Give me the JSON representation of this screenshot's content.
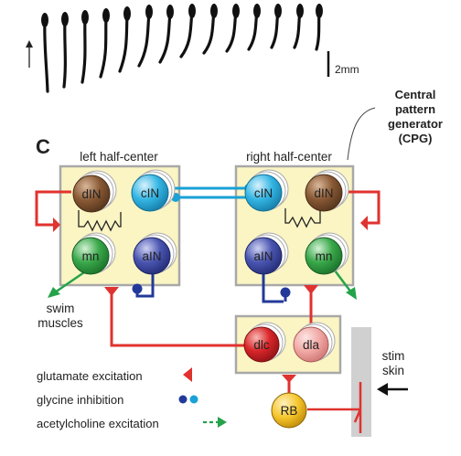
{
  "scale_label": "2mm",
  "panel_letter": "C",
  "cpg_label": [
    "Central",
    "pattern",
    "generator",
    "(CPG)"
  ],
  "left_half_title": "left half-center",
  "right_half_title": "right half-center",
  "neurons": {
    "dIN_left": "dIN",
    "cIN_left": "cIN",
    "mn_left": "mn",
    "aIN_left": "aIN",
    "cIN_right": "cIN",
    "dIN_right": "dIN",
    "aIN_right": "aIN",
    "mn_right": "mn",
    "dlc": "dlc",
    "dla": "dla",
    "RB": "RB"
  },
  "swim_label": [
    "swim",
    "muscles"
  ],
  "stim_label": [
    "stim",
    "skin"
  ],
  "legend": {
    "glutamate": "glutamate excitation",
    "glycine": "glycine inhibition",
    "acetylcholine": "acetylcholine excitation"
  },
  "colors": {
    "box_fill": "#fbf5c4",
    "box_stroke": "#a8a8a8",
    "excitation_red": "#e0322e",
    "inhibition_blue": "#23399a",
    "commissural_cyan": "#1aa1d6",
    "ach_green": "#24a34a",
    "dIN_brown": "#8a5a35",
    "cIN_cyan": "#35b6e4",
    "mn_green": "#3aa84a",
    "aIN_blue": "#4a55b0",
    "dlc_red": "#d9262a",
    "dla_pink": "#f0a6a3",
    "RB_yellow": "#f5c52a"
  }
}
